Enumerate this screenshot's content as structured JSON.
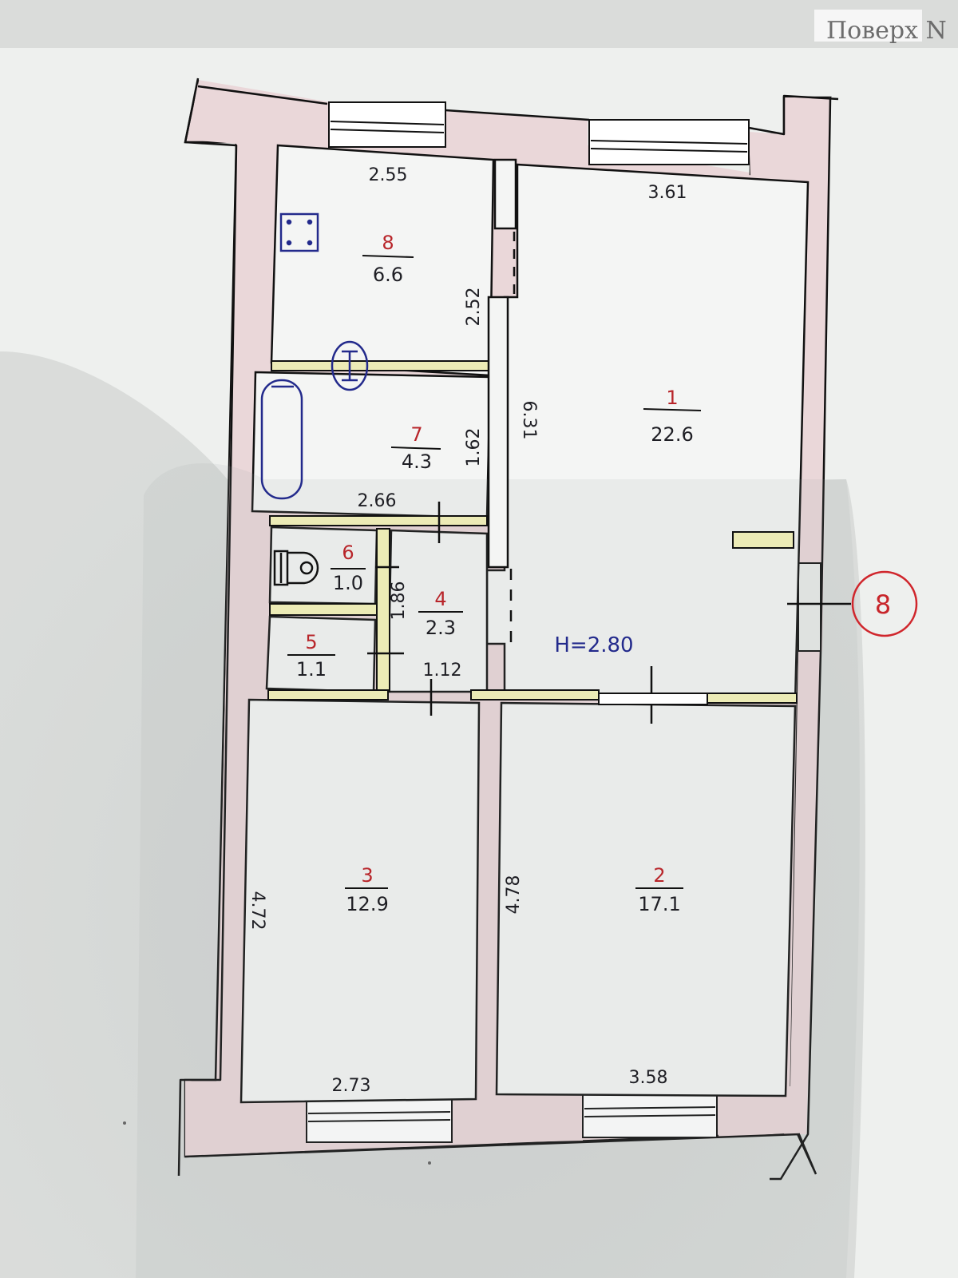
{
  "header": {
    "text": "Поверх N"
  },
  "rooms": [
    {
      "number": "1",
      "area": "22.6"
    },
    {
      "number": "2",
      "area": "17.1"
    },
    {
      "number": "3",
      "area": "12.9"
    },
    {
      "number": "4",
      "area": "2.3"
    },
    {
      "number": "5",
      "area": "1.1"
    },
    {
      "number": "6",
      "area": "1.0"
    },
    {
      "number": "7",
      "area": "4.3"
    },
    {
      "number": "8",
      "area": "6.6"
    }
  ],
  "dimensions": {
    "d_255": "2.55",
    "d_361": "3.61",
    "d_252": "2.52",
    "d_631": "6.31",
    "d_162": "1.62",
    "d_266": "2.66",
    "d_186": "1.86",
    "d_112": "1.12",
    "d_478": "4.78",
    "d_472": "4.72",
    "d_273": "2.73",
    "d_358": "3.58"
  },
  "ceiling_height": "H=2.80",
  "section_marker": "8"
}
